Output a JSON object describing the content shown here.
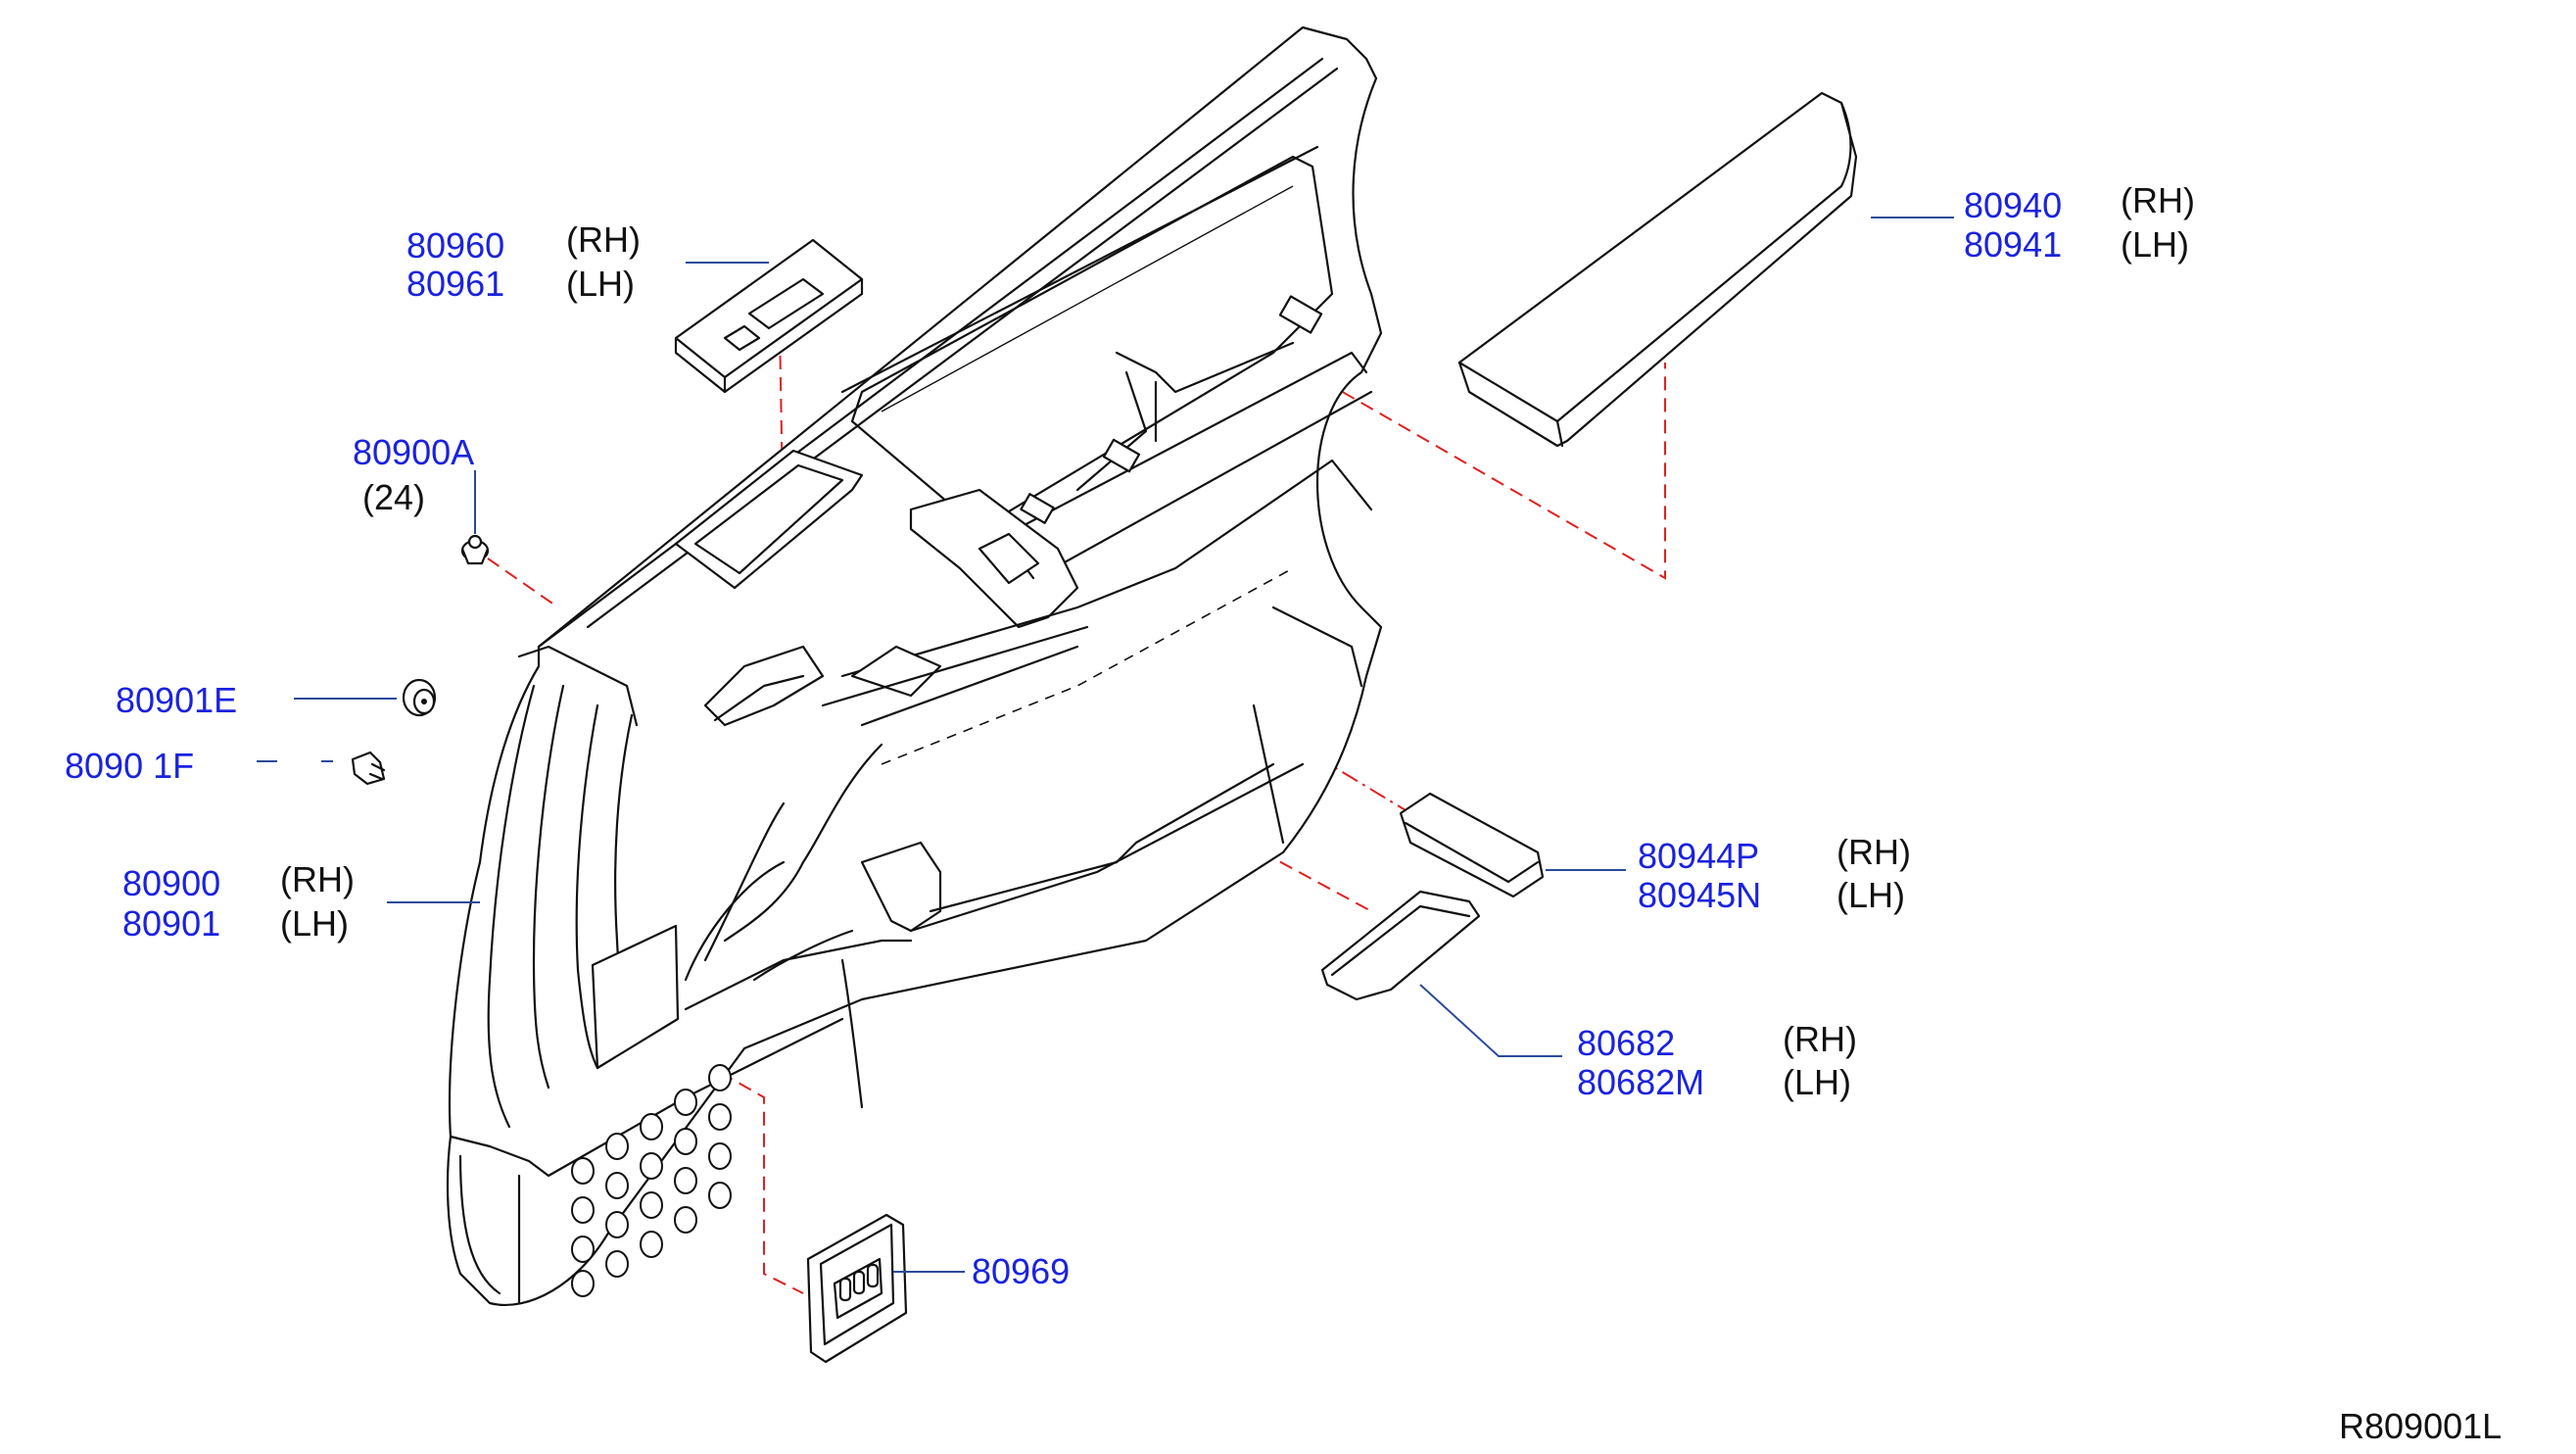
{
  "diagram_ref": "R809001L",
  "callouts": {
    "switch_finisher_front": {
      "part_rh": "80960",
      "side_rh": "(RH)",
      "part_lh": "80961",
      "side_lh": "(LH)"
    },
    "clip_a": {
      "part": "80900A",
      "qty": "(24)"
    },
    "clip_e": {
      "part": "80901E"
    },
    "clip_f": {
      "part": "8090 1F"
    },
    "door_trim": {
      "part_rh": "80900",
      "side_rh": "(RH)",
      "part_lh": "80901",
      "side_lh": "(LH)"
    },
    "armrest_upper": {
      "part_rh": "80940",
      "side_rh": "(RH)",
      "part_lh": "80941",
      "side_lh": "(LH)"
    },
    "pull_handle": {
      "part_rh": "80944P",
      "side_rh": "(RH)",
      "part_lh": "80945N",
      "side_lh": "(LH)"
    },
    "grip_pad": {
      "part_rh": "80682",
      "side_rh": "(RH)",
      "part_lh": "80682M",
      "side_lh": "(LH)"
    },
    "switch_finisher_rear": {
      "part": "80969"
    }
  }
}
